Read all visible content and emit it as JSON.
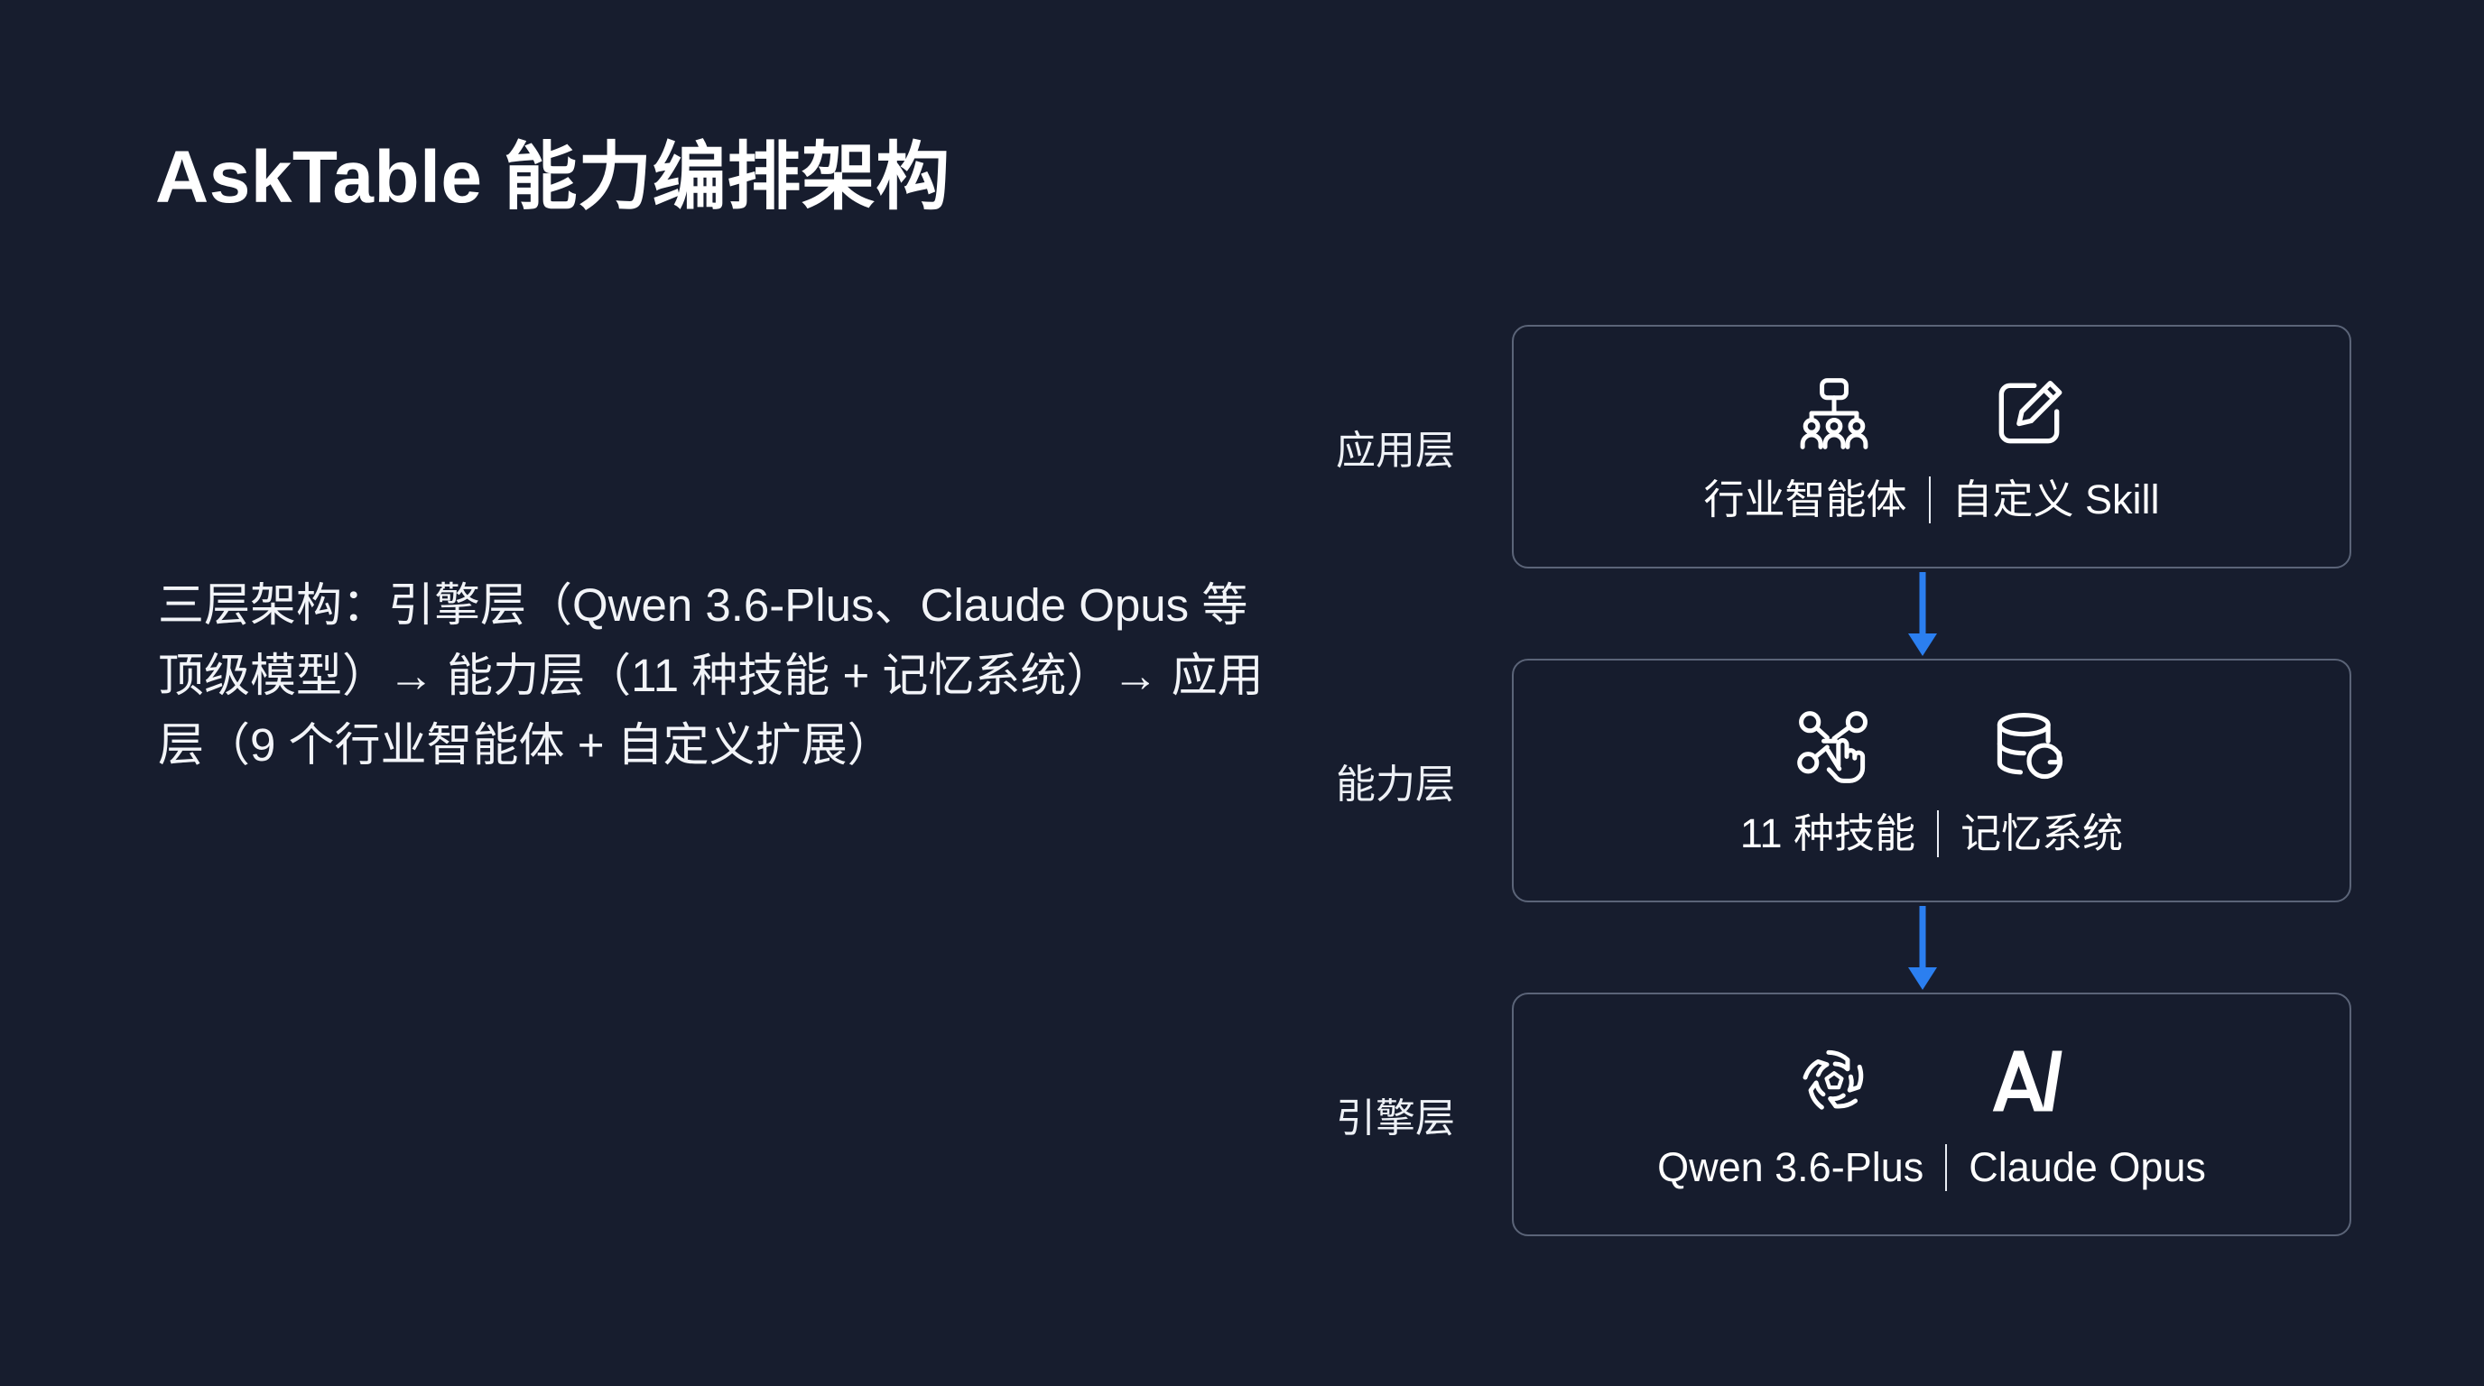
{
  "slide": {
    "title": "AskTable 能力编排架构",
    "body": "三层架构：引擎层（Qwen 3.6-Plus、Claude Opus 等顶级模型）→ 能力层（11 种技能 + 记忆系统）→ 应用层（9 个行业智能体 + 自定义扩展）",
    "background_color": "#171d2e",
    "accent_color": "#2b7ff0",
    "card_border_color": "#5b6478",
    "text_color": "#ffffff"
  },
  "diagram": {
    "type": "layered-architecture",
    "flow_direction": "top-to-bottom",
    "layers": [
      {
        "label": "应用层",
        "icons": [
          "org-chart-icon",
          "edit-square-icon"
        ],
        "caption_left": "行业智能体",
        "caption_right": "自定义 Skill",
        "separator": "|"
      },
      {
        "label": "能力层",
        "icons": [
          "skill-network-hand-icon",
          "database-sync-icon"
        ],
        "caption_left": "11 种技能",
        "caption_right": "记忆系统",
        "separator": "|"
      },
      {
        "label": "引擎层",
        "icons": [
          "openai-swirl-icon",
          "anthropic-a-icon"
        ],
        "caption_left": "Qwen 3.6-Plus",
        "caption_right": "Claude Opus",
        "separator": "|"
      }
    ],
    "connectors": [
      {
        "name": "arrow-down-icon",
        "from": "应用层",
        "to": "能力层"
      },
      {
        "name": "arrow-down-icon",
        "from": "能力层",
        "to": "引擎层"
      }
    ]
  }
}
